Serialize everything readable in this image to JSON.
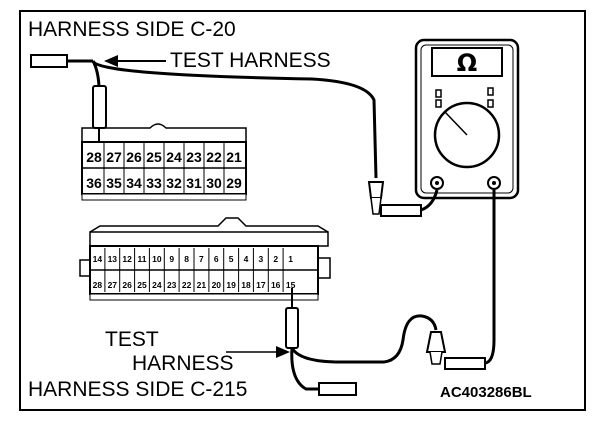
{
  "labels": {
    "harness_side_top": "HARNESS SIDE C-20",
    "test_harness_top": "TEST HARNESS",
    "test_harness_bottom_line1": "TEST",
    "test_harness_bottom_line2": "HARNESS",
    "harness_side_bottom": "HARNESS SIDE C-215",
    "figure_code": "AC403286BL"
  },
  "meter": {
    "symbol": "Ω"
  },
  "connector_c20": {
    "row_top": [
      "28",
      "27",
      "26",
      "25",
      "24",
      "23",
      "22",
      "21"
    ],
    "row_bottom": [
      "36",
      "35",
      "34",
      "33",
      "32",
      "31",
      "30",
      "29"
    ]
  },
  "connector_c215": {
    "row_top": [
      "14",
      "13",
      "12",
      "11",
      "10",
      "9",
      "8",
      "7",
      "6",
      "5",
      "4",
      "3",
      "2",
      "1"
    ],
    "row_bottom": [
      "28",
      "27",
      "26",
      "25",
      "24",
      "23",
      "22",
      "21",
      "20",
      "19",
      "18",
      "17",
      "16",
      "15"
    ]
  },
  "colors": {
    "line": "#000000",
    "background": "#ffffff"
  }
}
